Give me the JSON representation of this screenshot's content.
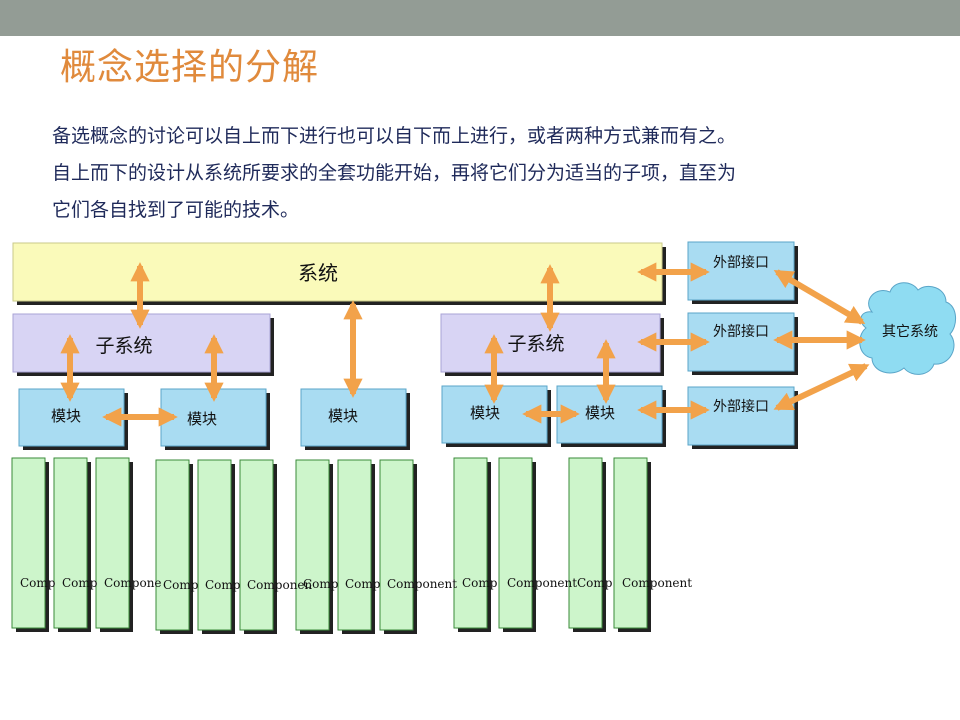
{
  "slide": {
    "title": "概念选择的分解",
    "paragraph": [
      "备选概念的讨论可以自上而下进行也可以自下而上进行，或者两种方式兼而有之。",
      "自上而下的设计从系统所要求的全套功能开始，再将它们分为适当的子项，直至为",
      "它们各自找到了可能的技术。"
    ]
  },
  "diagram": {
    "system_label": "系统",
    "subsystems": [
      "子系统",
      "子系统"
    ],
    "modules": [
      "模块",
      "模块",
      "模块",
      "模块",
      "模块"
    ],
    "interfaces": [
      "外部接口",
      "外部接口",
      "外部接口"
    ],
    "cloud_label": "其它系统",
    "components": [
      "Comp",
      "Comp",
      "Compone",
      "Comp",
      "Comp",
      "Componen",
      "Comp",
      "Comp",
      "Component",
      "Comp",
      "Component",
      "Comp",
      "Component"
    ],
    "colors": {
      "system_fill": "#fafaba",
      "subsystem_fill": "#d8d4f4",
      "module_fill": "#a9dcf2",
      "component_fill": "#cdf5cb",
      "cloud_fill": "#8fdcf2",
      "arrow": "#f2a24a",
      "shadow": "#222222"
    }
  }
}
